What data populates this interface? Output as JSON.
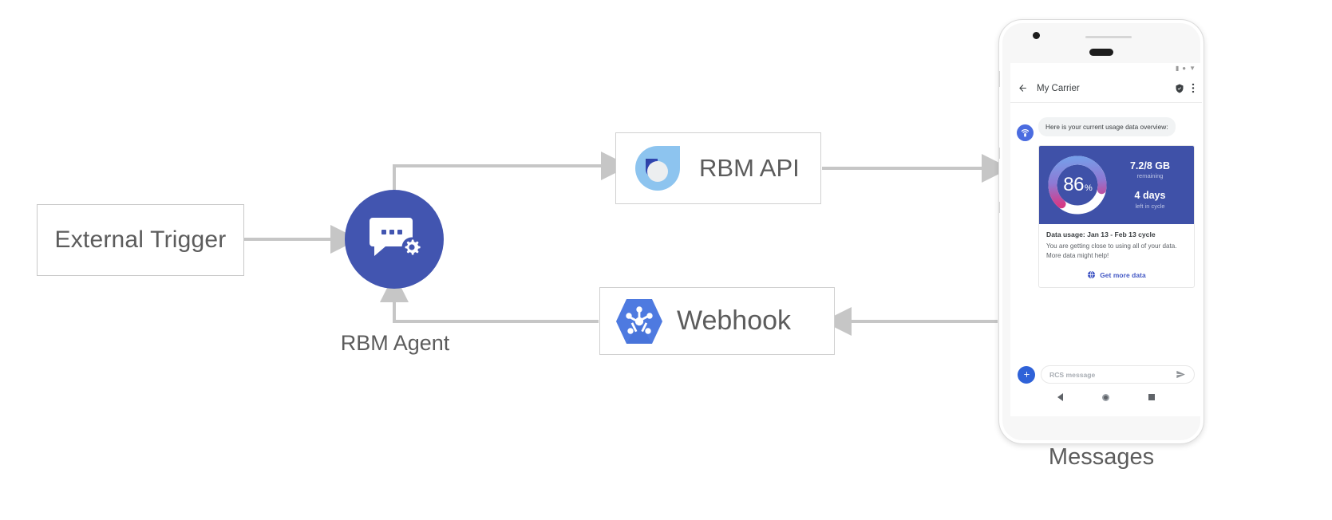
{
  "diagram": {
    "nodes": {
      "external_trigger": {
        "label": "External Trigger"
      },
      "rbm_agent": {
        "label": "RBM Agent",
        "icon": "chat-gear-icon",
        "color": "#4255b0"
      },
      "rbm_api": {
        "label": "RBM API",
        "icon": "rbm-api-logo"
      },
      "webhook": {
        "label": "Webhook",
        "icon": "webhook-hexagon-icon",
        "color": "#4e7ae0"
      },
      "messages": {
        "label": "Messages"
      }
    },
    "connector_color": "#c6c6c6"
  },
  "phone": {
    "status_bar": {
      "signal_icon": "signal-icon",
      "wifi_icon": "wifi-icon",
      "battery_icon": "battery-icon"
    },
    "header": {
      "back_icon": "back-arrow-icon",
      "title": "My Carrier",
      "verified_icon": "verified-shield-icon",
      "overflow_icon": "overflow-menu-icon"
    },
    "conversation": {
      "agent_avatar_icon": "broadcast-antenna-icon",
      "intro_message": "Here is your current usage data overview:",
      "rich_card": {
        "gauge": {
          "percent": "86",
          "percent_symbol": "%",
          "value": 86,
          "track_color": "#ffffff",
          "gradient_from": "#6aa8ea",
          "gradient_mid": "#a86bc4",
          "gradient_to": "#e0336f"
        },
        "hero_background": "#3f51a8",
        "stat_primary": "7.2/8 GB",
        "stat_primary_sub": "remaining",
        "stat_secondary": "4 days",
        "stat_secondary_sub": "left in cycle",
        "title": "Data usage: Jan 13 - Feb 13 cycle",
        "description_line1": "You are getting close to using all of your data.",
        "description_line2": "More data might help!",
        "action_icon": "globe-icon",
        "action_label": "Get more data",
        "action_color": "#4257c4"
      }
    },
    "composer": {
      "add_button_icon": "plus-icon",
      "placeholder": "RCS message",
      "send_icon": "send-icon"
    },
    "navbar": {
      "back_icon": "nav-back-icon",
      "home_icon": "nav-home-icon",
      "recents_icon": "nav-recents-icon"
    }
  }
}
